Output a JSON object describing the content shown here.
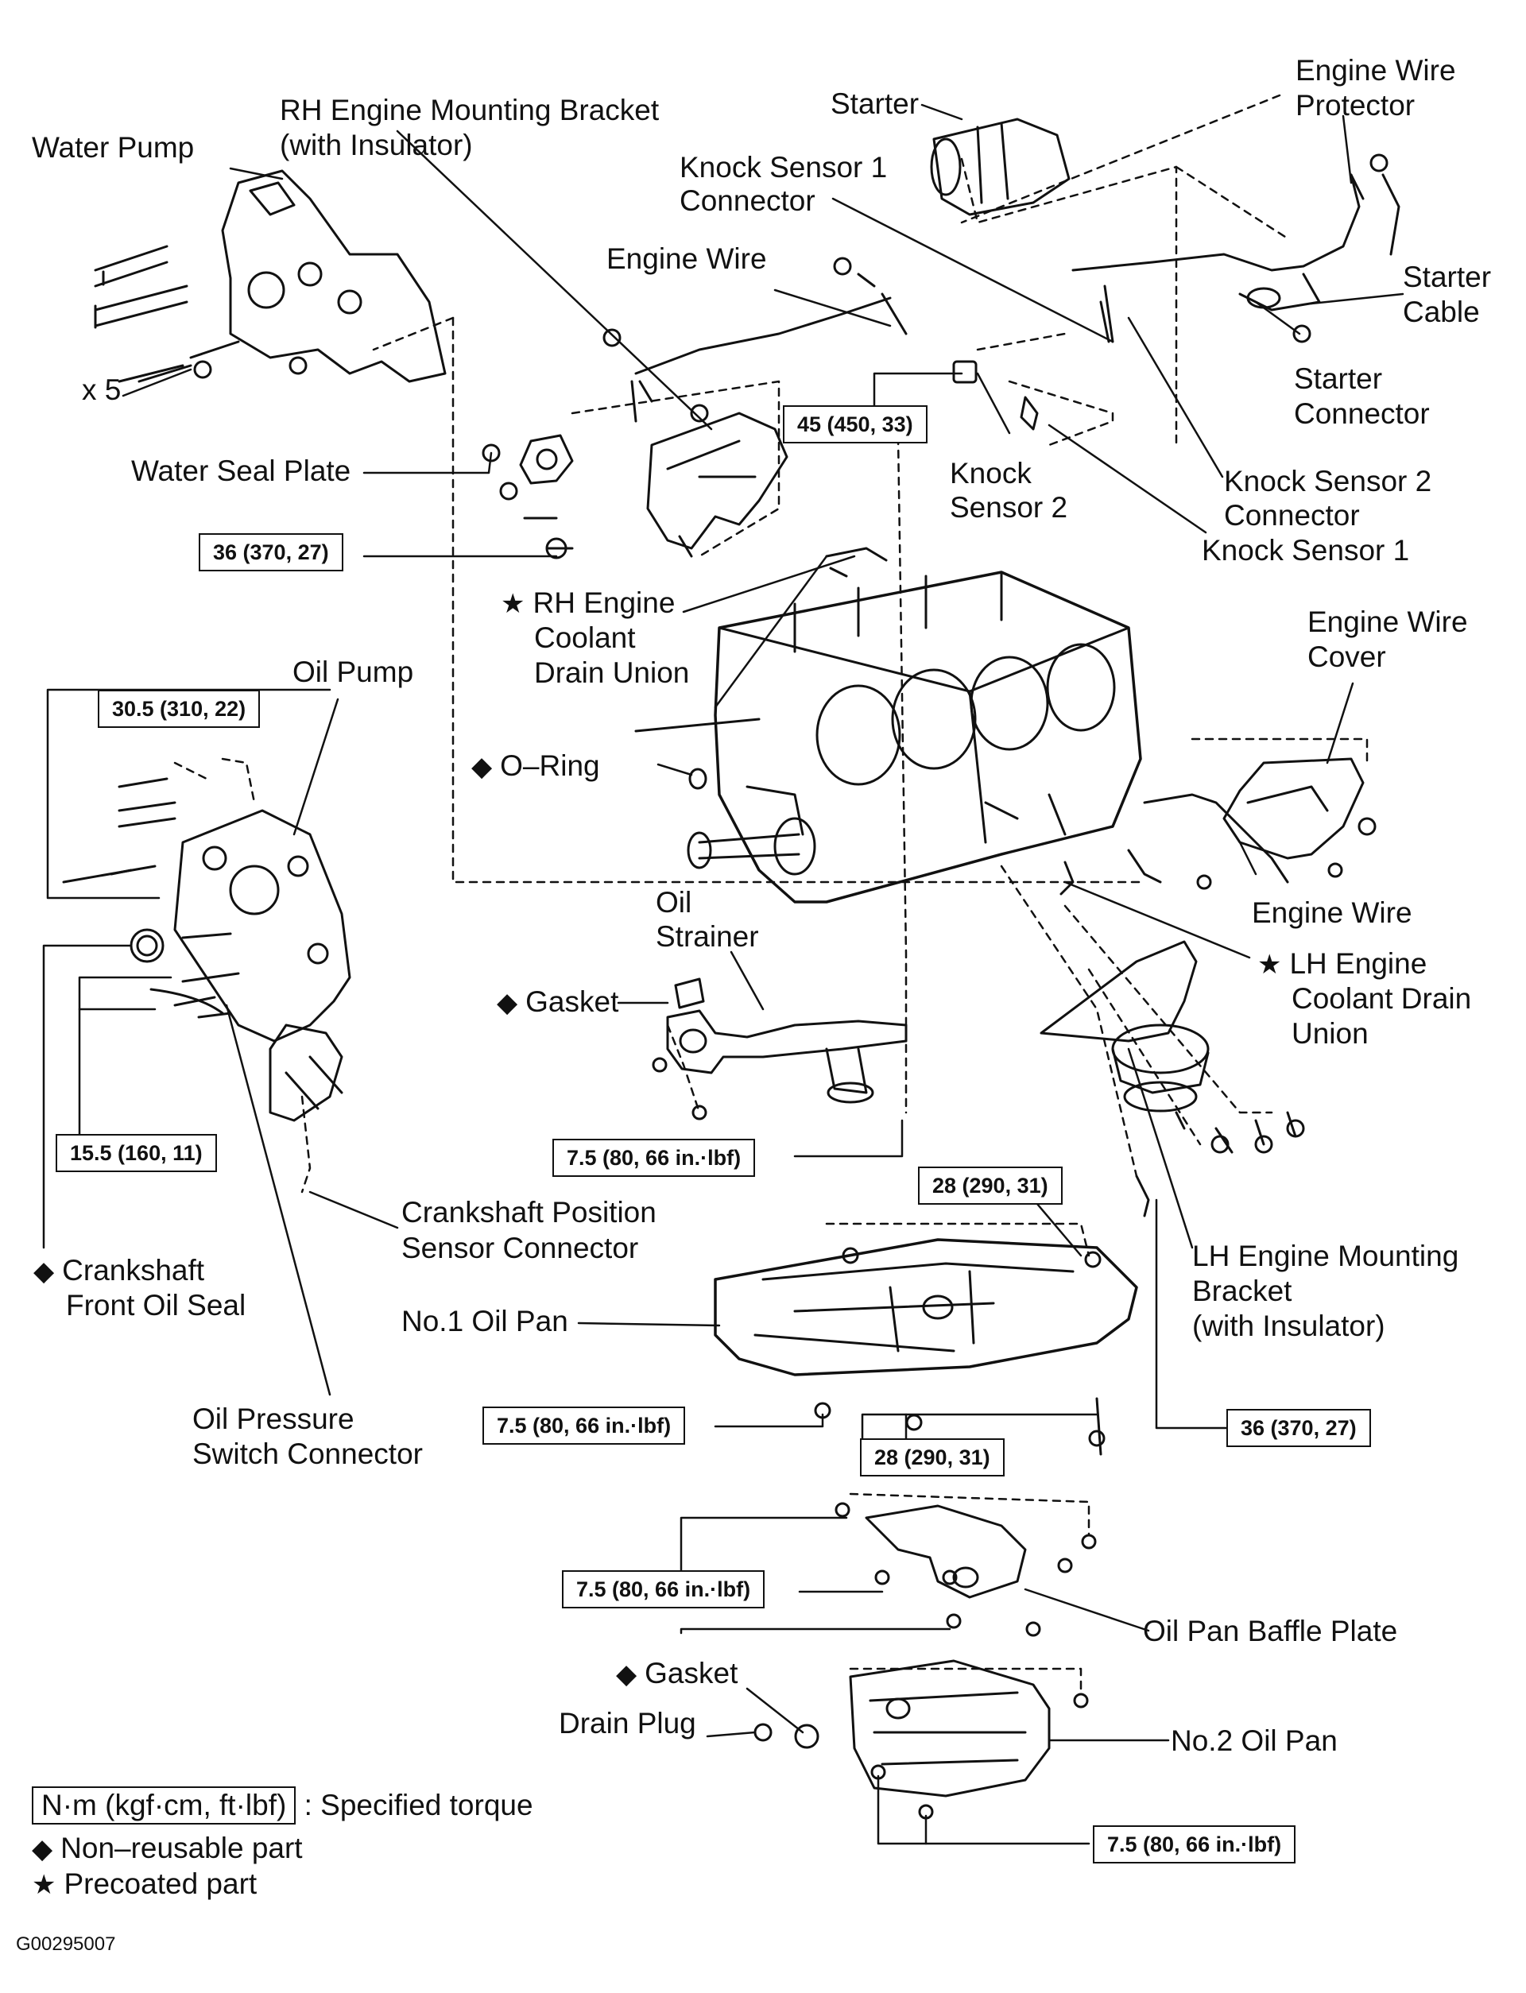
{
  "labels": {
    "water_pump": "Water Pump",
    "rh_bracket_1": "RH Engine Mounting Bracket",
    "rh_bracket_2": "(with Insulator)",
    "starter": "Starter",
    "ew_protector_1": "Engine Wire",
    "ew_protector_2": "Protector",
    "ks1_conn_1": "Knock Sensor 1",
    "ks1_conn_2": "Connector",
    "engine_wire_top": "Engine Wire",
    "starter_cable_1": "Starter",
    "starter_cable_2": "Cable",
    "x5": "x 5",
    "starter_conn_1": "Starter",
    "starter_conn_2": "Connector",
    "water_seal_plate": "Water Seal Plate",
    "knock_sensor2_1": "Knock",
    "knock_sensor2_2": "Sensor 2",
    "ks2_conn_1": "Knock Sensor 2",
    "ks2_conn_2": "Connector",
    "knock_sensor1": "Knock Sensor 1",
    "rh_drain_1": "RH Engine",
    "rh_drain_2": "Coolant",
    "rh_drain_3": "Drain Union",
    "oil_pump": "Oil Pump",
    "ew_cover_1": "Engine Wire",
    "ew_cover_2": "Cover",
    "o_ring": "O–Ring",
    "engine_wire_right": "Engine Wire",
    "oil_strainer_1": "Oil",
    "oil_strainer_2": "Strainer",
    "lh_drain_1": "LH Engine",
    "lh_drain_2": "Coolant Drain",
    "lh_drain_3": "Union",
    "gasket_strainer": "Gasket",
    "ckp_conn_1": "Crankshaft Position",
    "ckp_conn_2": "Sensor Connector",
    "crank_seal_1": "Crankshaft",
    "crank_seal_2": "Front Oil Seal",
    "lh_bracket_1": "LH Engine Mounting",
    "lh_bracket_2": "Bracket",
    "lh_bracket_3": "(with Insulator)",
    "no1_oil_pan": "No.1 Oil Pan",
    "ops_conn_1": "Oil Pressure",
    "ops_conn_2": "Switch Connector",
    "baffle_plate": "Oil Pan Baffle Plate",
    "gasket_drain": "Gasket",
    "drain_plug": "Drain Plug",
    "no2_oil_pan": "No.2 Oil Pan"
  },
  "torques": {
    "t45": "45 (450, 33)",
    "t36_top": "36 (370, 27)",
    "t30_5": "30.5 (310, 22)",
    "t15_5": "15.5 (160, 11)",
    "t7_5_strainer": "7.5 (80, 66 in.·lbf)",
    "t28_top": "28 (290, 31)",
    "t7_5_pan": "7.5 (80, 66 in.·lbf)",
    "t28_bottom": "28 (290, 31)",
    "t36_bottom": "36 (370, 27)",
    "t7_5_baffle": "7.5 (80, 66 in.·lbf)",
    "t7_5_no2": "7.5 (80, 66 in.·lbf)"
  },
  "symbols": {
    "diamond": "◆",
    "star": "★"
  },
  "legend": {
    "unit_box": "N·m (kgf·cm, ft·lbf)",
    "unit_text": ": Specified torque",
    "nonreusable": "Non–reusable part",
    "precoated": "Precoated part"
  },
  "figure_code": "G00295007"
}
